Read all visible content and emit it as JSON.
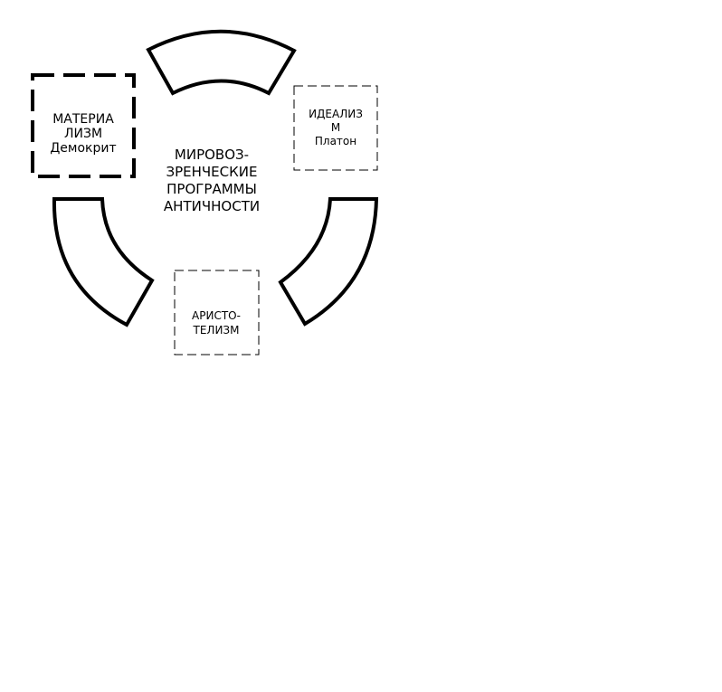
{
  "diagram": {
    "center": {
      "lines": [
        "МИРОВОЗ-",
        "ЗРЕНЧЕСКИЕ",
        "ПРОГРАММЫ",
        "АНТИЧНОСТИ"
      ]
    },
    "materialism": {
      "lines": [
        "МАТЕРИА",
        "ЛИЗМ",
        "Демокрит"
      ]
    },
    "idealism": {
      "lines": [
        "ИДЕАЛИЗ",
        "М",
        "Платон"
      ]
    },
    "aristotelism": {
      "lines": [
        "АРИСТО-",
        "ТЕЛИЗМ"
      ]
    }
  }
}
